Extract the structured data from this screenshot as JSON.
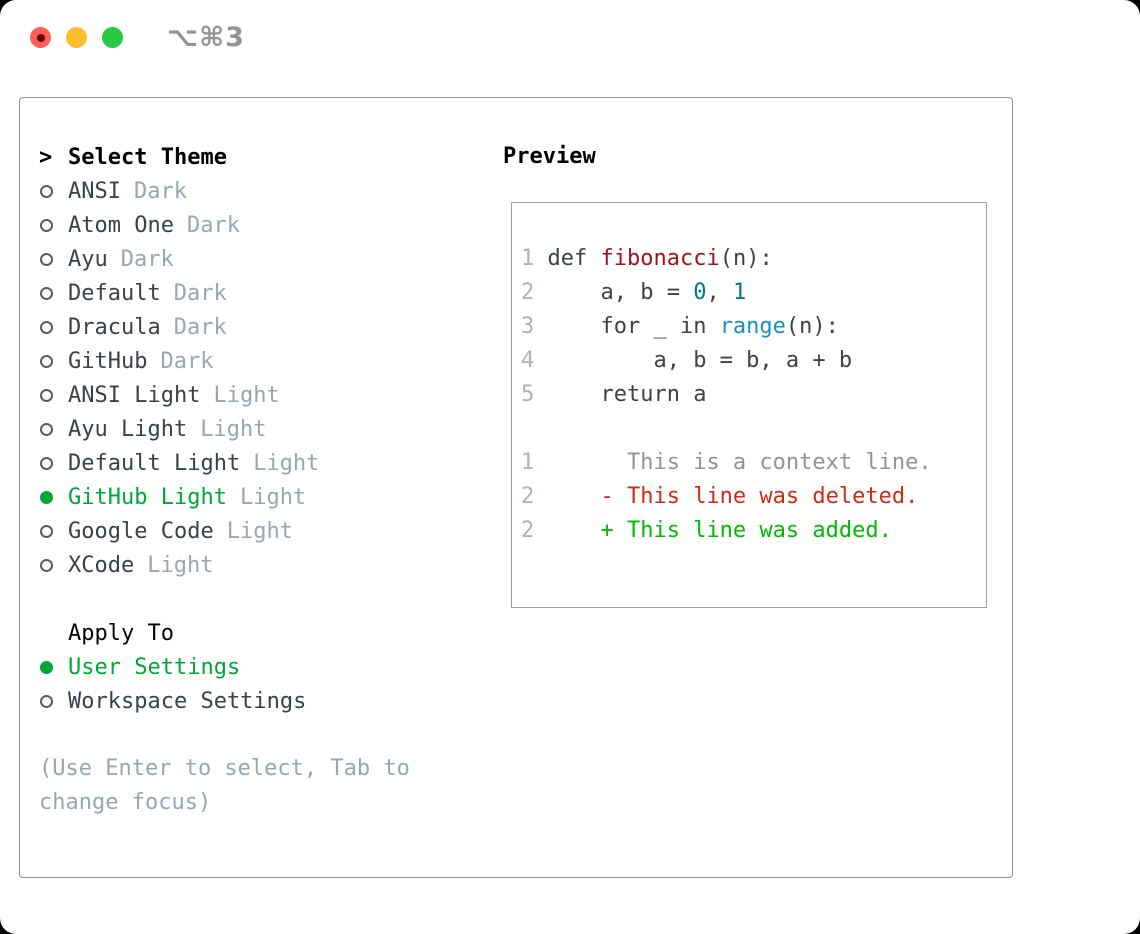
{
  "window": {
    "title_shortcut": "⌥⌘3",
    "traffic_lights": [
      "close",
      "minimize",
      "zoom"
    ]
  },
  "colors": {
    "accent": "#00a636",
    "add": "#00bb00",
    "del": "#cb2d12",
    "fn": "#a31212",
    "numlit": "#00767d",
    "builtin": "#1791c4",
    "plain": "#3b424b",
    "ln": "#a9b3c0",
    "ctx": "#909498",
    "tag": "#9ba5b2",
    "hint": "#9aa4b1",
    "traffic_red": "#ff5f57",
    "traffic_yellow": "#febc2e",
    "traffic_green": "#28c840"
  },
  "theme_panel": {
    "header_prefix": ">",
    "header_label": "Select Theme",
    "items": [
      {
        "name": "ANSI",
        "tag": "Dark",
        "selected": false
      },
      {
        "name": "Atom One",
        "tag": "Dark",
        "selected": false
      },
      {
        "name": "Ayu",
        "tag": "Dark",
        "selected": false
      },
      {
        "name": "Default",
        "tag": "Dark",
        "selected": false
      },
      {
        "name": "Dracula",
        "tag": "Dark",
        "selected": false
      },
      {
        "name": "GitHub",
        "tag": "Dark",
        "selected": false
      },
      {
        "name": "ANSI Light",
        "tag": "Light",
        "selected": false
      },
      {
        "name": "Ayu Light",
        "tag": "Light",
        "selected": false
      },
      {
        "name": "Default Light",
        "tag": "Light",
        "selected": false
      },
      {
        "name": "GitHub Light",
        "tag": "Light",
        "selected": true
      },
      {
        "name": "Google Code",
        "tag": "Light",
        "selected": false
      },
      {
        "name": "XCode",
        "tag": "Light",
        "selected": false
      }
    ],
    "apply_to": {
      "label": "Apply To",
      "options": [
        {
          "name": "User Settings",
          "selected": true
        },
        {
          "name": "Workspace Settings",
          "selected": false
        }
      ]
    },
    "hint_lines": [
      "(Use Enter to select, Tab to",
      "change focus)"
    ]
  },
  "preview": {
    "title": "Preview",
    "lines": [
      {
        "num": "1",
        "segments": [
          [
            "plain",
            "def "
          ],
          [
            "fn",
            "fibonacci"
          ],
          [
            "plain",
            "(n):"
          ]
        ]
      },
      {
        "num": "2",
        "segments": [
          [
            "plain",
            "    a, b = "
          ],
          [
            "numlit",
            "0"
          ],
          [
            "plain",
            ", "
          ],
          [
            "numlit",
            "1"
          ]
        ]
      },
      {
        "num": "3",
        "segments": [
          [
            "plain",
            "    for _ in "
          ],
          [
            "builtin",
            "range"
          ],
          [
            "plain",
            "(n):"
          ]
        ]
      },
      {
        "num": "4",
        "segments": [
          [
            "plain",
            "        a, b = b, a + b"
          ]
        ]
      },
      {
        "num": "5",
        "segments": [
          [
            "plain",
            "    return a"
          ]
        ]
      },
      {
        "blank": true
      },
      {
        "num": "1",
        "segments": [
          [
            "ctx",
            "      This is a context line."
          ]
        ]
      },
      {
        "num": "2",
        "segments": [
          [
            "del",
            "    - This line was deleted."
          ]
        ]
      },
      {
        "num": "2",
        "segments": [
          [
            "add",
            "    + This line was added."
          ]
        ]
      }
    ]
  }
}
